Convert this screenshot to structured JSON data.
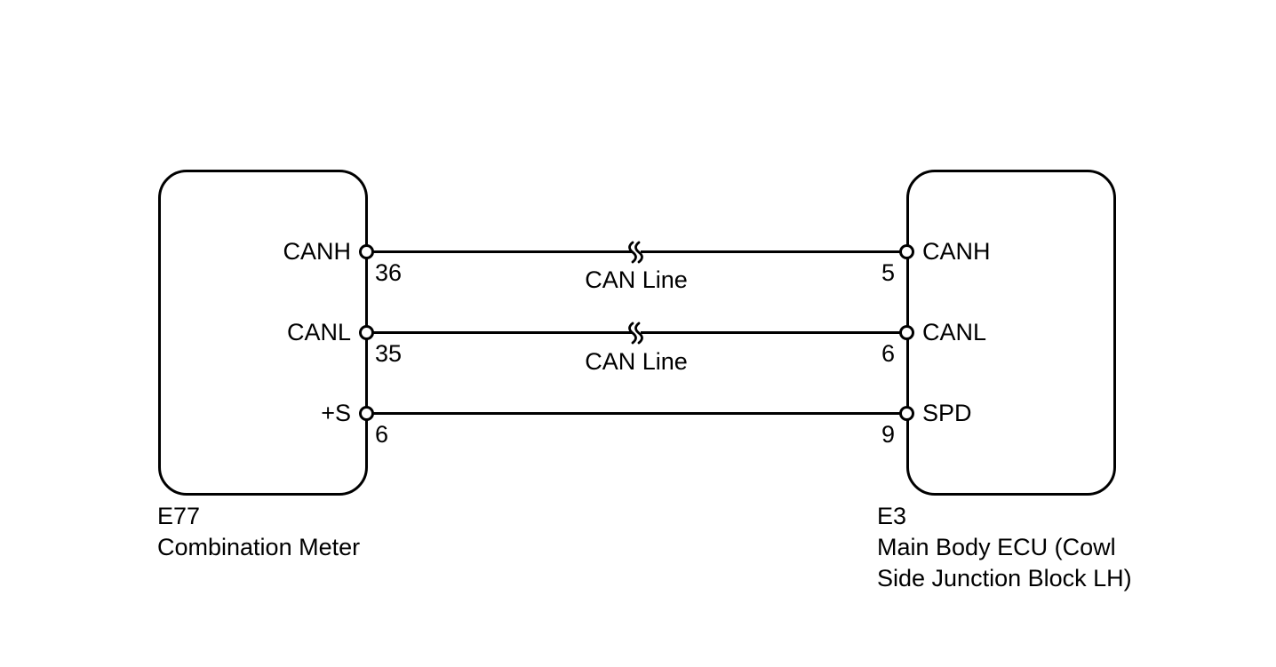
{
  "diagram": {
    "left_connector": {
      "code": "E77",
      "name_lines": [
        "Combination Meter"
      ],
      "pins": [
        {
          "label": "CANH",
          "number": "36"
        },
        {
          "label": "CANL",
          "number": "35"
        },
        {
          "label": "+S",
          "number": "6"
        }
      ]
    },
    "right_connector": {
      "code": "E3",
      "name_lines": [
        "Main Body ECU (Cowl",
        "Side Junction Block LH)"
      ],
      "pins": [
        {
          "label": "CANH",
          "number": "5"
        },
        {
          "label": "CANL",
          "number": "6"
        },
        {
          "label": "SPD",
          "number": "9"
        }
      ]
    },
    "wires": [
      {
        "from_pin": "36",
        "to_pin": "5",
        "label": "CAN Line",
        "break_symbol": true
      },
      {
        "from_pin": "35",
        "to_pin": "6",
        "label": "CAN Line",
        "break_symbol": true
      },
      {
        "from_pin": "6",
        "to_pin": "9",
        "label": "",
        "break_symbol": false
      }
    ],
    "colors": {
      "line": "#000000",
      "background": "#ffffff"
    }
  }
}
